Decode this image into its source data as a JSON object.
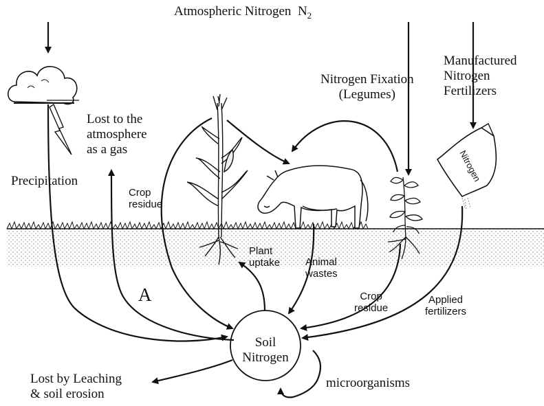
{
  "title": {
    "text": "Atmospheric Nitrogen",
    "formula": "N",
    "subscript": "2"
  },
  "sources": {
    "fixation": "Nitrogen Fixation\n(Legumes)",
    "manufactured": "Manufactured\nNitrogen\nFertilizers",
    "bag_text": "Nitrogen"
  },
  "labels": {
    "lost_gas": "Lost to the\natmosphere\nas a gas",
    "precipitation": "Precipitation",
    "crop_residue_top": "Crop\nresidue",
    "plant_uptake": "Plant\nuptake",
    "animal_wastes": "Animal\nwastes",
    "crop_residue_bottom": "Crop\nresidue",
    "applied_fertilizers": "Applied\nfertilizers",
    "marker_a": "A",
    "soil_nitrogen": "Soil\nNitrogen",
    "leaching": "Lost by Leaching\n& soil erosion",
    "microorganisms": "microorganisms"
  },
  "colors": {
    "ink": "#111111",
    "soil": "#9a9a9a",
    "background": "#ffffff"
  }
}
